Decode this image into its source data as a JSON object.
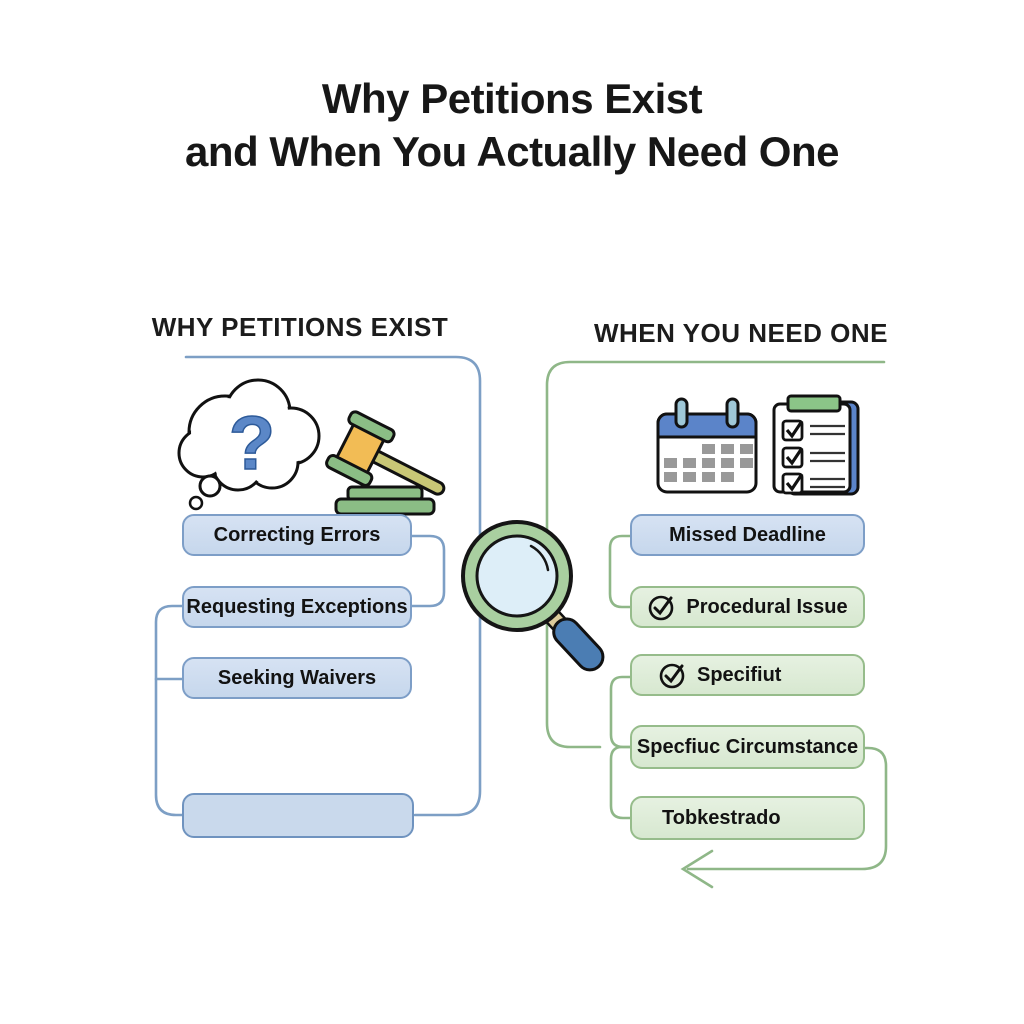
{
  "title": {
    "line1": "Why Petitions Exist",
    "line2": "and When You Actually Need One"
  },
  "left_column": {
    "header": "WHY PETITIONS EXIST",
    "thought_bubble_char": "?",
    "icons": [
      "thought-bubble-icon",
      "gavel-icon"
    ],
    "items": [
      {
        "label": "Correcting Errors"
      },
      {
        "label": "Requesting Exceptions"
      },
      {
        "label": "Seeking Waivers"
      },
      {
        "label": ""
      }
    ]
  },
  "right_column": {
    "header": "WHEN YOU NEED ONE",
    "icons": [
      "calendar-icon",
      "checklist-clipboard-icon"
    ],
    "items": [
      {
        "label": "Missed Deadline",
        "has_check": false
      },
      {
        "label": "Procedural Issue",
        "has_check": true
      },
      {
        "label": "Specifiut",
        "has_check": true
      },
      {
        "label": "Specfiuc Circumstance",
        "has_check": false
      },
      {
        "label": "Tobkestrado",
        "has_check": false
      }
    ]
  },
  "center_icon": "magnifying-glass-icon",
  "colors": {
    "blue_box_fill": "#c9d9ec",
    "blue_box_border": "#7d9ec7",
    "green_box_fill": "#dcebd4",
    "green_box_border": "#96bc8b",
    "blue_line": "#7d9fc5",
    "green_line": "#8fb788",
    "question_mark_blue": "#5b87c7",
    "gavel_yellow": "#f2bc55",
    "gavel_green": "#8bbd85",
    "calendar_blue": "#5b84c9",
    "magnifier_rim_green": "#a9cfa0",
    "magnifier_handle_blue": "#4b7db3"
  }
}
